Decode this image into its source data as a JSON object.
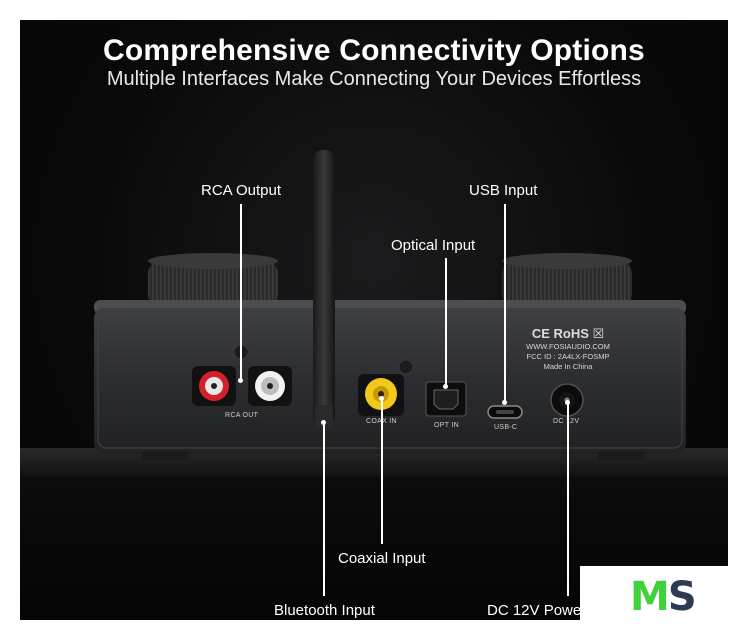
{
  "headline": "Comprehensive Connectivity Options",
  "subheadline": "Multiple Interfaces Make Connecting Your Devices Effortless",
  "callouts": {
    "rca_output": "RCA Output",
    "usb_input": "USB Input",
    "optical_input": "Optical Input",
    "coaxial_input": "Coaxial Input",
    "bluetooth_input": "Bluetooth Input",
    "dc_power": "DC 12V Powe"
  },
  "port_labels": {
    "rca": "RCA OUT",
    "coax": "COAX IN",
    "opt": "OPT IN",
    "usb": "USB-C",
    "dc": "DC 12V"
  },
  "regulatory": {
    "marks": "CE RoHS ☒",
    "website": "WWW.FOSIAUDIO.COM",
    "fcc": "FCC ID : 2A4LX-FOSMP",
    "origin": "Made In China"
  },
  "badge": {
    "m": "M",
    "s": "S"
  },
  "colors": {
    "background": "#0a0a0b",
    "rca_left": "#d4202a",
    "rca_right": "#f2f2f2",
    "coax": "#f2c81a",
    "badge_m": "#3fd23c",
    "badge_s": "#2d3b52"
  }
}
